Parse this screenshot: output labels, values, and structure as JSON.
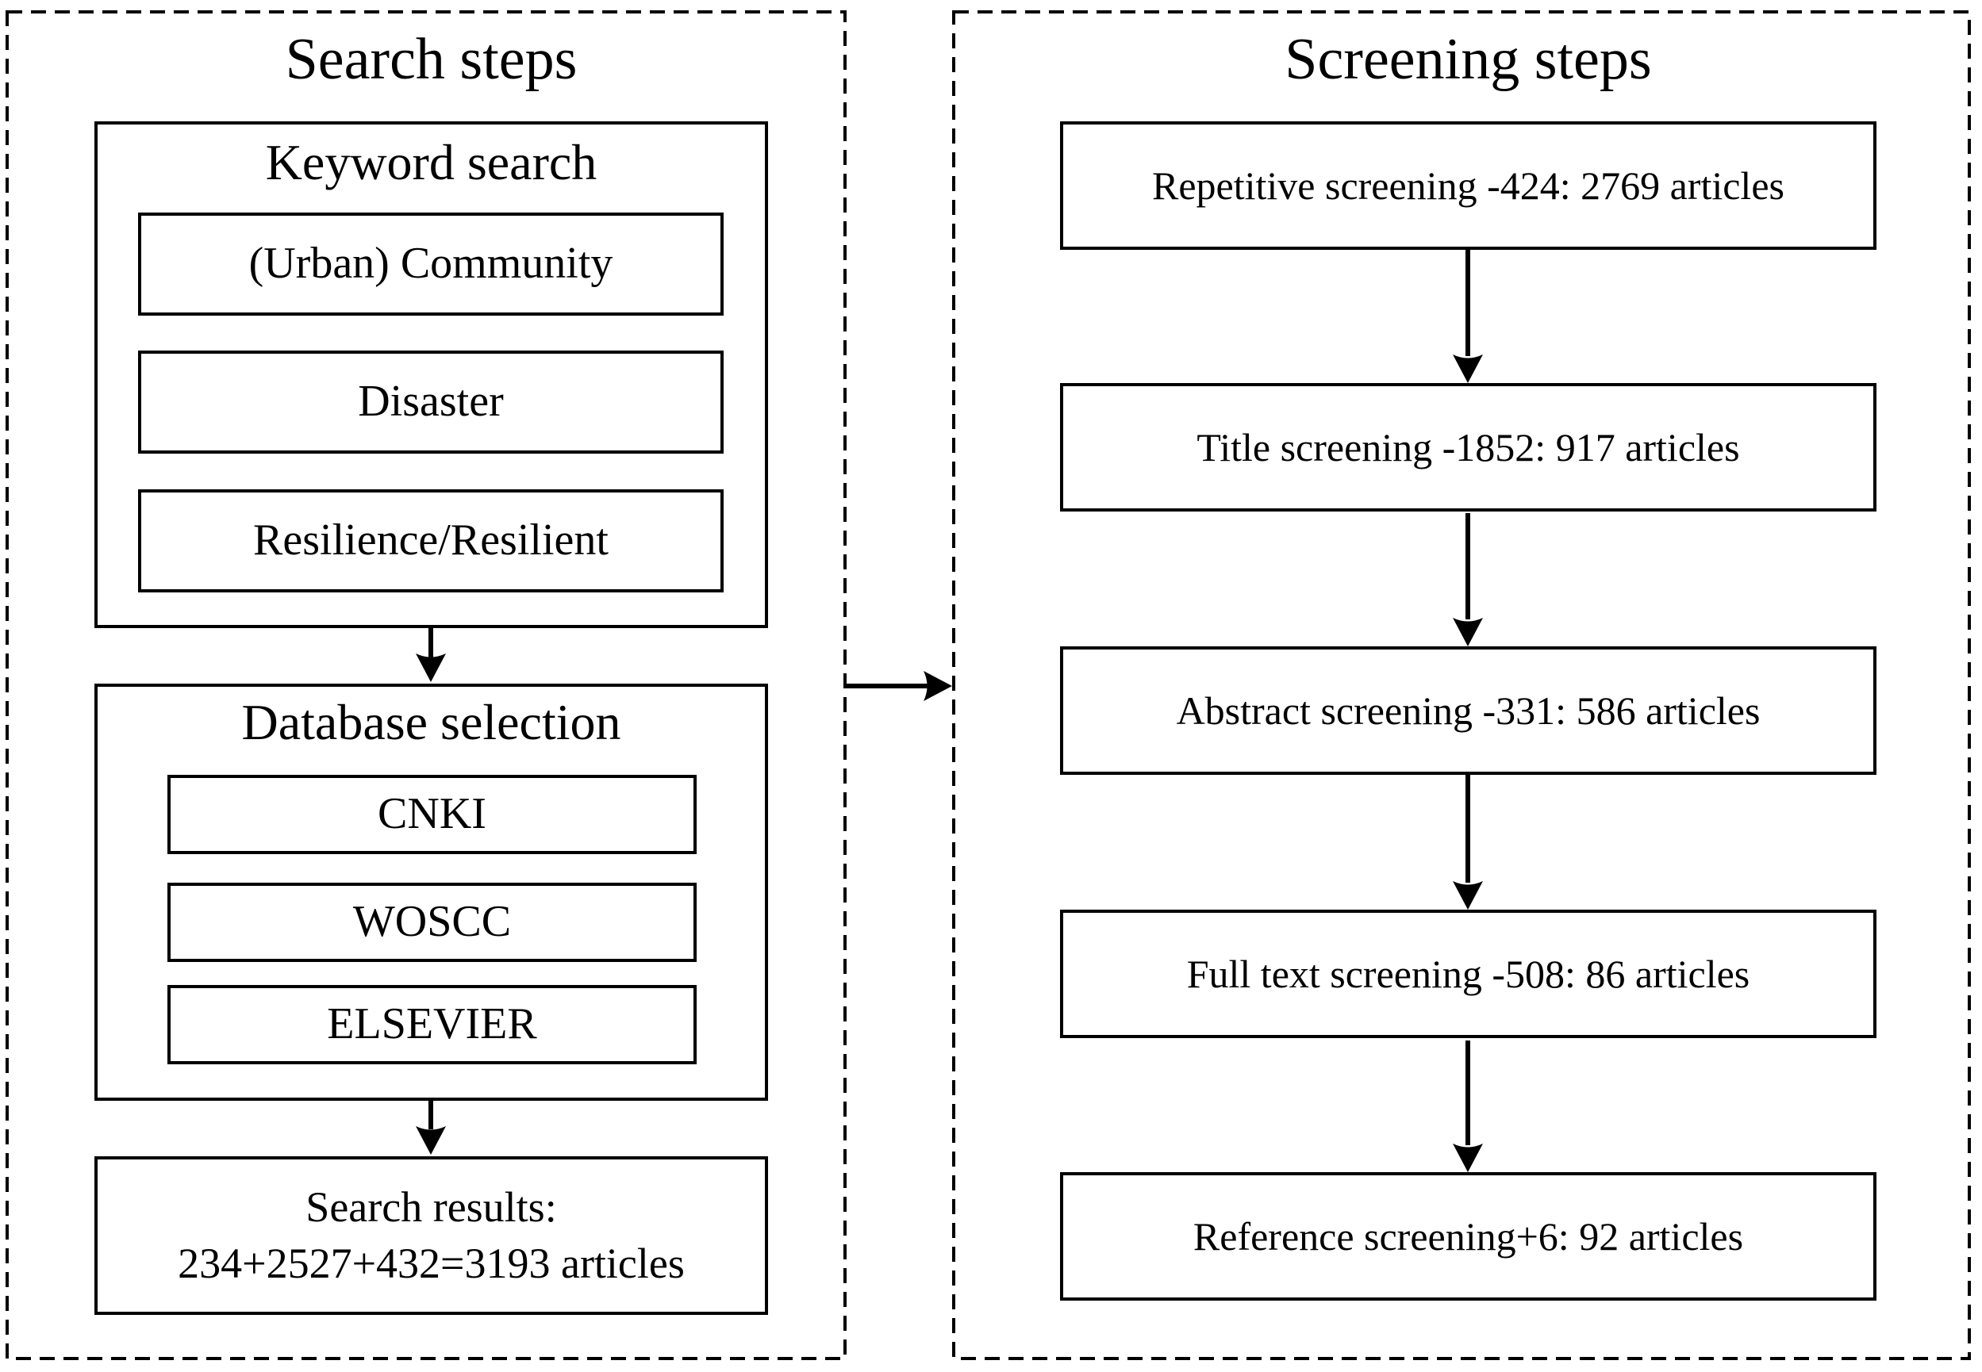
{
  "figure": {
    "colors": {
      "line": "#000000",
      "background": "#ffffff"
    },
    "left_panel": {
      "title": "Search steps",
      "keyword_group": {
        "title": "Keyword search",
        "items": [
          "(Urban) Community",
          "Disaster",
          "Resilience/Resilient"
        ]
      },
      "database_group": {
        "title": "Database selection",
        "items": [
          "CNKI",
          "WOSCC",
          "ELSEVIER"
        ]
      },
      "results": {
        "line1": "Search results:",
        "line2": "234+2527+432=3193 articles"
      }
    },
    "right_panel": {
      "title": "Screening steps",
      "steps": [
        "Repetitive screening -424: 2769 articles",
        "Title screening -1852: 917 articles",
        "Abstract screening -331: 586 articles",
        "Full text screening -508: 86 articles",
        "Reference screening+6: 92 articles"
      ]
    }
  }
}
